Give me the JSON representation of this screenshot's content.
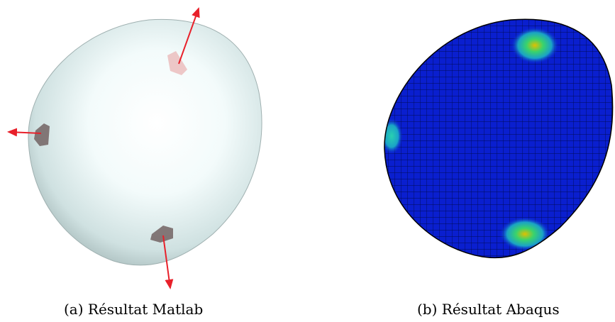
{
  "figure": {
    "subfigures": [
      {
        "label": "(a)",
        "caption": "Résultat Matlab"
      },
      {
        "label": "(b)",
        "caption": "Résultat Abaqus"
      }
    ],
    "colors": {
      "arrow": "#e8202a",
      "matlab_surface": "#d9ecec",
      "abaqus_mesh": "#0a1fcf",
      "contact_hot": "#e0c000"
    }
  }
}
